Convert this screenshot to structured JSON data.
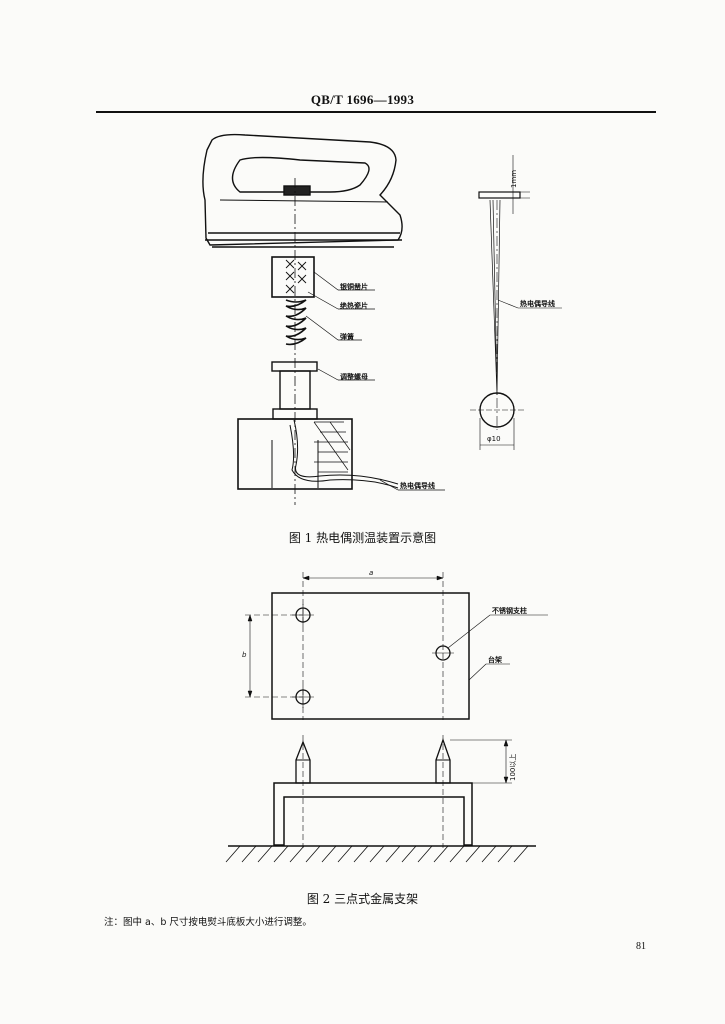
{
  "header": {
    "standard": "QB/T 1696—1993"
  },
  "figure1": {
    "caption": "图 1  热电偶测温装置示意图",
    "labels": {
      "copper": "银铜凿片",
      "insulator": "绝热瓷片",
      "spring": "弹簧",
      "nut": "调整螺母",
      "wire_bottom": "热电偶导线",
      "wire_right": "热电偶导线",
      "dim_1mm": "1mm",
      "dim_phi10": "φ10"
    }
  },
  "figure2": {
    "caption": "图 2  三点式金属支架",
    "labels": {
      "a": "a",
      "b": "b",
      "pillar": "不锈钢支柱",
      "stand": "台架",
      "height": "100以上"
    }
  },
  "note": "注：图中 a、b 尺寸按电熨斗底板大小进行调整。",
  "page_number": "81"
}
